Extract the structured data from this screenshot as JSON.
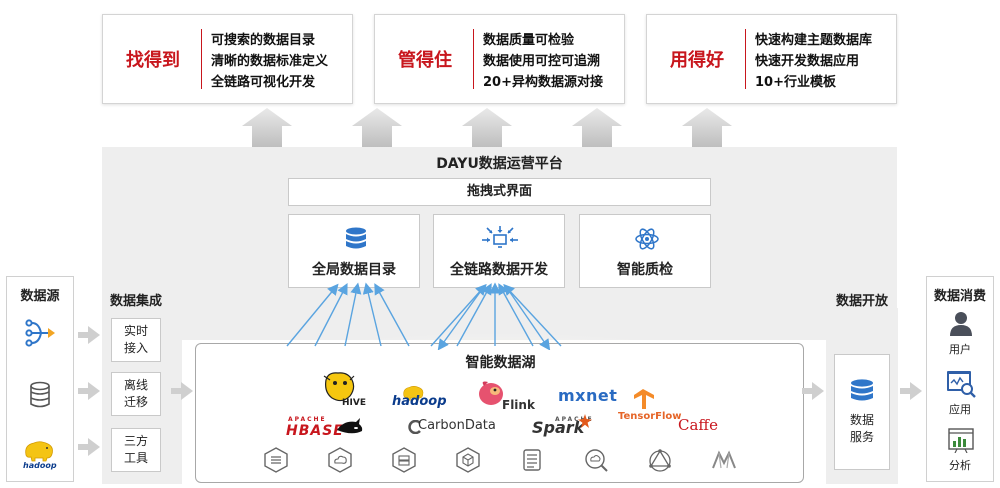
{
  "value_boxes": [
    {
      "title": "找得到",
      "lines": [
        "可搜索的数据目录",
        "清晰的数据标准定义",
        "全链路可视化开发"
      ]
    },
    {
      "title": "管得住",
      "lines": [
        "数据质量可检验",
        "数据使用可控可追溯",
        "20+异构数据源对接"
      ]
    },
    {
      "title": "用得好",
      "lines": [
        "快速构建主题数据库",
        "快速开发数据应用",
        "10+行业模板"
      ]
    }
  ],
  "platform": {
    "title": "DAYU数据运营平台",
    "ui_label": "拖拽式界面",
    "modules": [
      "全局数据目录",
      "全链路数据开发",
      "智能质检"
    ]
  },
  "data_source": {
    "title": "数据源",
    "logo_text": "hadoop"
  },
  "data_integration": {
    "title": "数据集成",
    "items": [
      "实时接入",
      "离线迁移",
      "三方工具"
    ]
  },
  "data_lake": {
    "title": "智能数据湖",
    "logos": {
      "hive": "HIVE",
      "hadoop": "hadoop",
      "flink": "Flink",
      "mxnet": "mxnet",
      "hbase_small": "APACHE",
      "hbase": "HBASE",
      "carbondata": "CarbonData",
      "spark_small": "APACHE",
      "spark": "Spark",
      "tensorflow": "TensorFlow",
      "caffe": "Caffe"
    }
  },
  "data_open": {
    "title": "数据开放",
    "service": "数据服务"
  },
  "data_consume": {
    "title": "数据消费",
    "items": [
      "用户",
      "应用",
      "分析"
    ]
  },
  "colors": {
    "accent_red": "#c8161d",
    "arrow_blue": "#5aa4e0",
    "icon_blue": "#2f76c9",
    "panel_gray": "#eeeeee"
  }
}
